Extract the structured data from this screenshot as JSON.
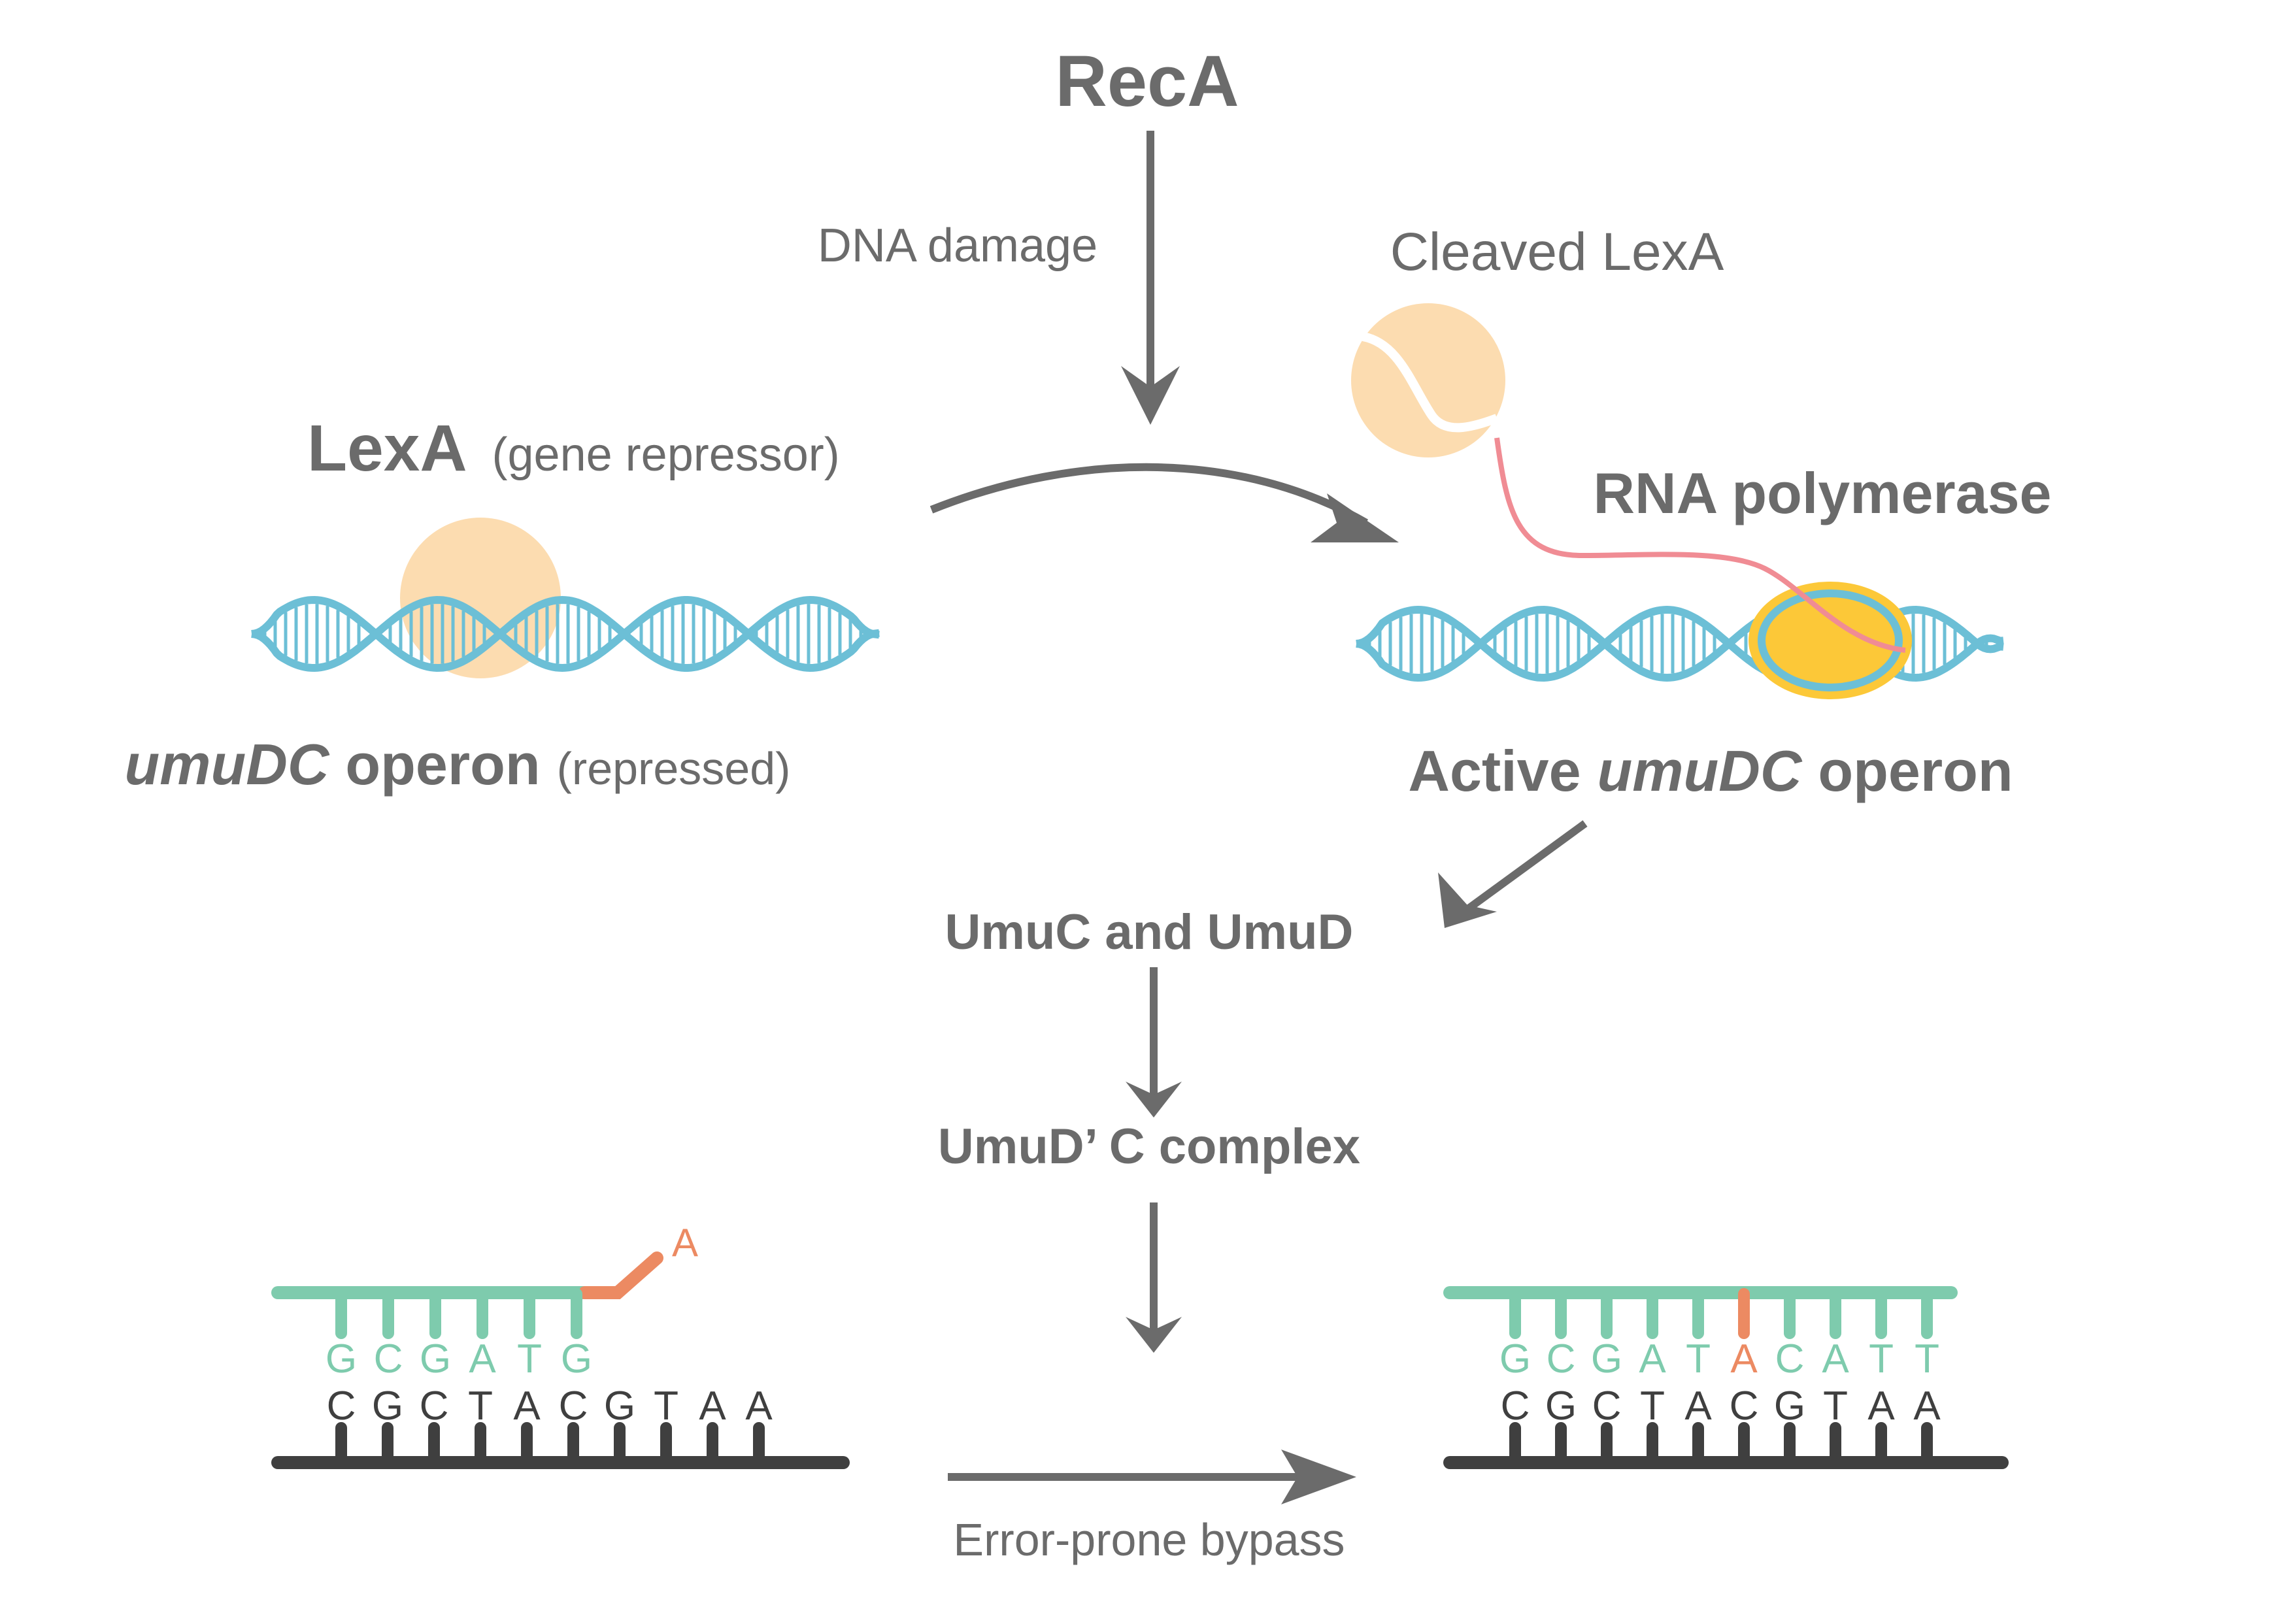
{
  "labels": {
    "reca": "RecA",
    "dna_damage": "DNA damage",
    "cleaved_lexa": "Cleaved LexA",
    "lexa": "LexA",
    "lexa_role": "(gene repressor)",
    "rna_polymerase": "RNA polymerase",
    "umudc_italic": "umuDC",
    "operon": "operon",
    "repressed": "(repressed)",
    "active": "Active",
    "umuc_umud": "UmuC and UmuD",
    "complex": "UmuD’ C complex",
    "bypass": "Error-prone bypass"
  },
  "left_strand": {
    "new_bases": [
      "G",
      "C",
      "G",
      "A",
      "T",
      "G"
    ],
    "misincorporated": "A",
    "template_bases": [
      "C",
      "G",
      "C",
      "T",
      "A",
      "C",
      "G",
      "T",
      "A",
      "A"
    ]
  },
  "right_strand": {
    "new_bases": [
      "G",
      "C",
      "G",
      "A",
      "T",
      "A",
      "C",
      "A",
      "T",
      "T"
    ],
    "error_index": 5,
    "template_bases": [
      "C",
      "G",
      "C",
      "T",
      "A",
      "C",
      "G",
      "T",
      "A",
      "A"
    ]
  },
  "colors": {
    "arrow": "#6b6b6b",
    "dna": "#6cbfd6",
    "lexa_protein": "#fcdcb0",
    "rna_polymerase": "#fcc838",
    "mrna": "#f08c94",
    "new_strand": "#7ecbad",
    "error_base": "#ec8a62",
    "template_strand": "#3f3f3f"
  }
}
